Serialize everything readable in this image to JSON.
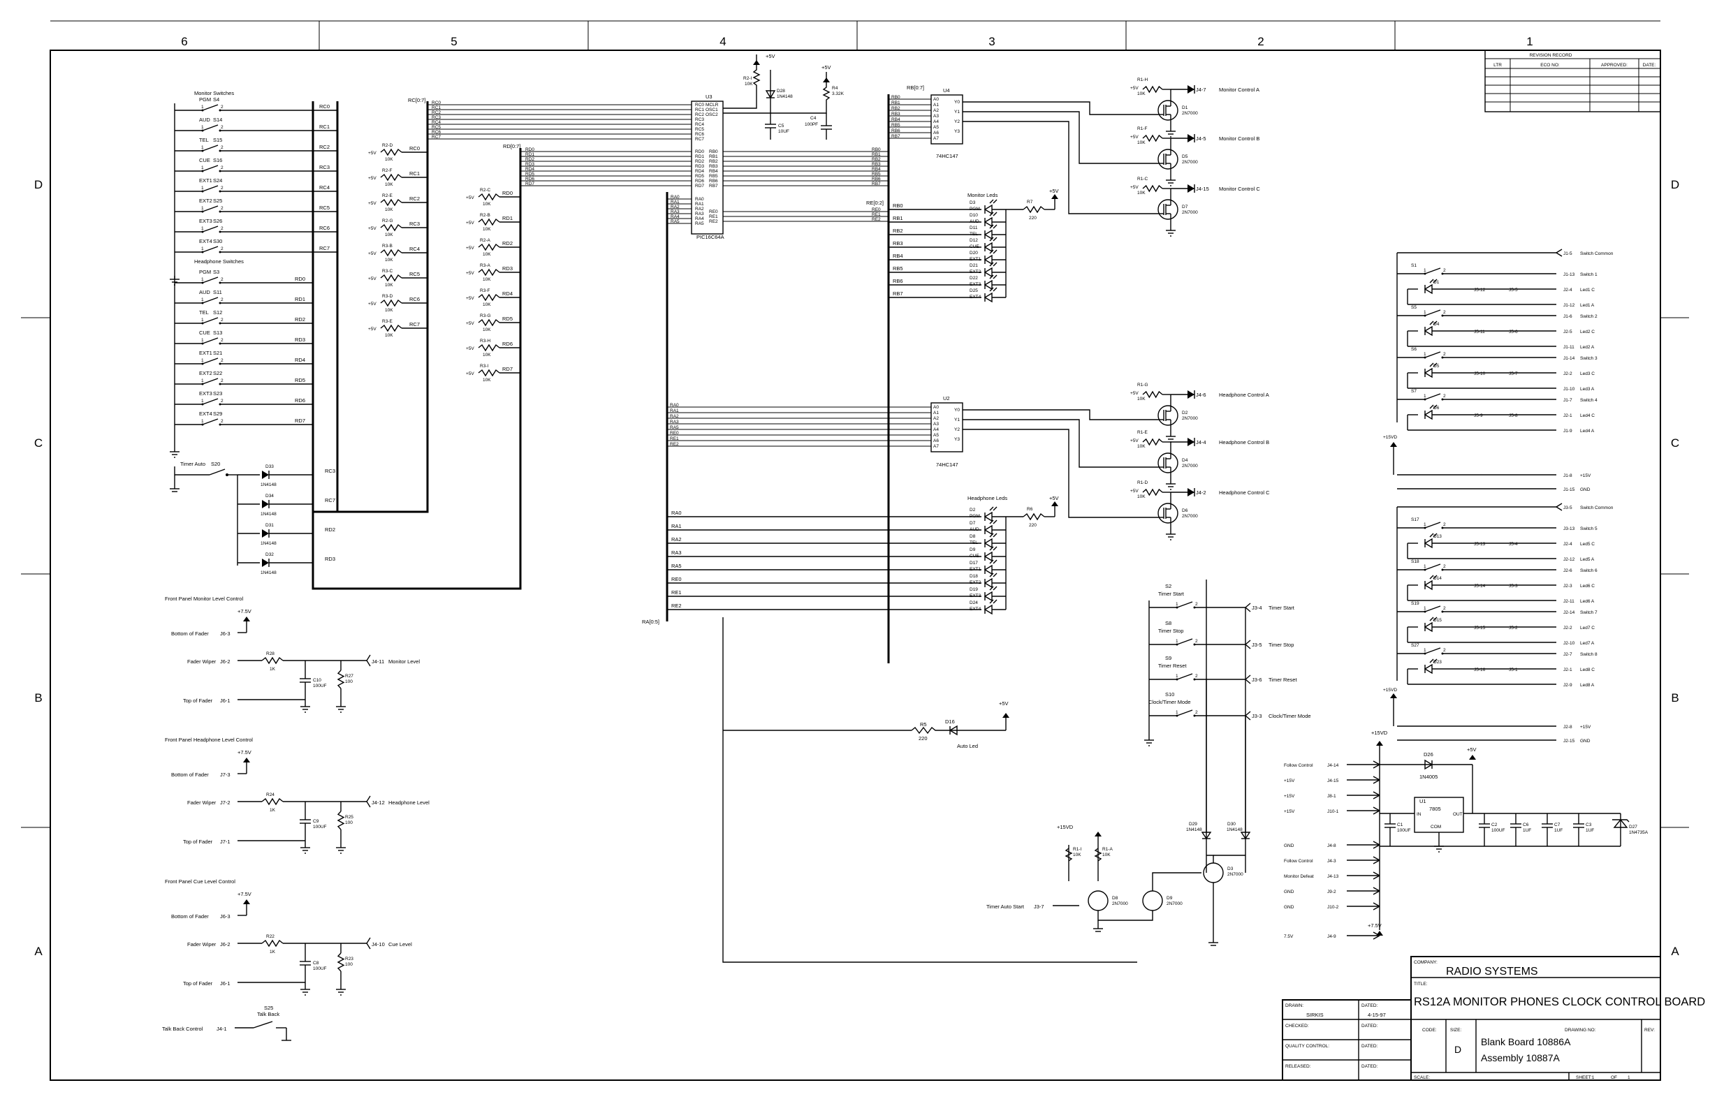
{
  "zones": {
    "columns": [
      "6",
      "5",
      "4",
      "3",
      "2",
      "1"
    ],
    "rows": [
      "D",
      "C",
      "B",
      "A"
    ]
  },
  "revision_record": {
    "title": "REVISION RECORD",
    "headers": [
      "LTR",
      "ECO NO:",
      "APPROVED:",
      "DATE:"
    ]
  },
  "switch_groups": {
    "monitor_title": "Monitor Switches",
    "headphone_title": "Headphone Switches",
    "monitor": [
      {
        "name": "PGM",
        "ref": "S4",
        "net": "RC0"
      },
      {
        "name": "AUD",
        "ref": "S14",
        "net": "RC1"
      },
      {
        "name": "TEL",
        "ref": "S15",
        "net": "RC2"
      },
      {
        "name": "CUE",
        "ref": "S16",
        "net": "RC3"
      },
      {
        "name": "EXT1",
        "ref": "S24",
        "net": "RC4"
      },
      {
        "name": "EXT2",
        "ref": "S25",
        "net": "RC5"
      },
      {
        "name": "EXT3",
        "ref": "S26",
        "net": "RC6"
      },
      {
        "name": "EXT4",
        "ref": "S30",
        "net": "RC7"
      }
    ],
    "headphone": [
      {
        "name": "PGM",
        "ref": "S3",
        "net": "RD0"
      },
      {
        "name": "AUD",
        "ref": "S11",
        "net": "RD1"
      },
      {
        "name": "TEL",
        "ref": "S12",
        "net": "RD2"
      },
      {
        "name": "CUE",
        "ref": "S13",
        "net": "RD3"
      },
      {
        "name": "EXT1",
        "ref": "S21",
        "net": "RD4"
      },
      {
        "name": "EXT2",
        "ref": "S22",
        "net": "RD5"
      },
      {
        "name": "EXT3",
        "ref": "S23",
        "net": "RD6"
      },
      {
        "name": "EXT4",
        "ref": "S29",
        "net": "RD7"
      }
    ]
  },
  "timer_auto": {
    "label": "Timer Auto",
    "ref": "S20",
    "net1": "RC3",
    "net2": "RC7",
    "net3": "RD2",
    "net4": "RD3"
  },
  "diodes_left": [
    {
      "ref": "D33",
      "part": "1N4148"
    },
    {
      "ref": "D34",
      "part": "1N4148"
    },
    {
      "ref": "D31",
      "part": "1N4148"
    },
    {
      "ref": "D32",
      "part": "1N4148"
    }
  ],
  "pullups_c": [
    {
      "ref": "R2-D",
      "val": "10K",
      "net": "RC0"
    },
    {
      "ref": "R2-F",
      "val": "10K",
      "net": "RC1"
    },
    {
      "ref": "R2-E",
      "val": "10K",
      "net": "RC2"
    },
    {
      "ref": "R2-G",
      "val": "10K",
      "net": "RC3"
    },
    {
      "ref": "R3-B",
      "val": "10K",
      "net": "RC4"
    },
    {
      "ref": "R3-C",
      "val": "10K",
      "net": "RC5"
    },
    {
      "ref": "R3-D",
      "val": "10K",
      "net": "RC6"
    },
    {
      "ref": "R3-E",
      "val": "10K",
      "net": "RC7"
    }
  ],
  "pullups_d": [
    {
      "ref": "R2-C",
      "val": "10K",
      "net": "RD0"
    },
    {
      "ref": "R2-B",
      "val": "10K",
      "net": "RD1"
    },
    {
      "ref": "R2-A",
      "val": "10K",
      "net": "RD2"
    },
    {
      "ref": "R3-A",
      "val": "10K",
      "net": "RD3"
    },
    {
      "ref": "R3-F",
      "val": "10K",
      "net": "RD4"
    },
    {
      "ref": "R3-G",
      "val": "10K",
      "net": "RD5"
    },
    {
      "ref": "R3-H",
      "val": "10K",
      "net": "RD6"
    },
    {
      "ref": "R3-I",
      "val": "10K",
      "net": "RD7"
    }
  ],
  "supply": "+5V",
  "rc_bus": "RC[0:7]",
  "rd_bus": "RD[0:7]",
  "rb_bus": "RB[0:7]",
  "re_bus": "RE[0:2]",
  "ra_bus": "RA[0:5]",
  "u3": {
    "ref": "U3",
    "part": "PIC16C64A",
    "pins_left": [
      "RC0",
      "RC1",
      "RC2",
      "RC3",
      "RC4",
      "RC5",
      "RC6",
      "RC7"
    ],
    "pins_rd": [
      "RD0",
      "RD1",
      "RD2",
      "RD3",
      "RD4",
      "RD5",
      "RD6",
      "RD7"
    ],
    "pins_ra": [
      "RA0",
      "RA1",
      "RA2",
      "RA3",
      "RA4",
      "RA5"
    ],
    "pins_misc": [
      "MCLR",
      "OSC1",
      "OSC2"
    ],
    "pins_rb": [
      "RB0",
      "RB1",
      "RB2",
      "RB3",
      "RB4",
      "RB5",
      "RB6",
      "RB7"
    ],
    "pins_re": [
      "RE0",
      "RE1",
      "RE2"
    ]
  },
  "reset_parts": [
    {
      "ref": "R2-I",
      "val": "10K"
    },
    {
      "ref": "D28",
      "val": "1N4148"
    },
    {
      "ref": "C5",
      "val": "10UF"
    },
    {
      "ref": "R4",
      "val": "3.32K"
    },
    {
      "ref": "C4",
      "val": "100PF"
    }
  ],
  "u4": {
    "ref": "U4",
    "part": "74HC147",
    "in": [
      "A0",
      "A1",
      "A2",
      "A3",
      "A4",
      "A5",
      "A6",
      "A7"
    ],
    "out": [
      "Y0",
      "Y1",
      "Y2",
      "Y3"
    ]
  },
  "u2": {
    "ref": "U2",
    "part": "74HC147",
    "in": [
      "A0",
      "A1",
      "A2",
      "A3",
      "A4",
      "A5",
      "A6",
      "A7"
    ],
    "out": [
      "Y0",
      "Y1",
      "Y2",
      "Y3"
    ]
  },
  "monitor_leds": {
    "title": "Monitor Leds",
    "items": [
      {
        "ref": "D3",
        "name": "PGM",
        "net": "RB0"
      },
      {
        "ref": "D10",
        "name": "AUD",
        "net": "RB1"
      },
      {
        "ref": "D11",
        "name": "TEL",
        "net": "RB2"
      },
      {
        "ref": "D12",
        "name": "CUE",
        "net": "RB3"
      },
      {
        "ref": "D20",
        "name": "EXT1",
        "net": "RB4"
      },
      {
        "ref": "D21",
        "name": "EXT2",
        "net": "RB5"
      },
      {
        "ref": "D22",
        "name": "EXT3",
        "net": "RB6"
      },
      {
        "ref": "D25",
        "name": "EXT4",
        "net": "RB7"
      }
    ],
    "res": {
      "ref": "R7",
      "val": "220"
    }
  },
  "headphone_leds": {
    "title": "Headphone Leds",
    "items": [
      {
        "ref": "D2",
        "name": "PGM",
        "net": "RA0"
      },
      {
        "ref": "D7",
        "name": "AUD",
        "net": "RA1"
      },
      {
        "ref": "D8",
        "name": "TEL",
        "net": "RA2"
      },
      {
        "ref": "D9",
        "name": "CUE",
        "net": "RA3"
      },
      {
        "ref": "D17",
        "name": "EXT1",
        "net": "RA5"
      },
      {
        "ref": "D18",
        "name": "EXT2",
        "net": "RE0"
      },
      {
        "ref": "D19",
        "name": "EXT3",
        "net": "RE1"
      },
      {
        "ref": "D24",
        "name": "EXT4",
        "net": "RE2"
      }
    ],
    "res": {
      "ref": "R6",
      "val": "220"
    }
  },
  "auto_led": {
    "ref": "D16",
    "name": "Auto Led",
    "res": "R5",
    "val": "220",
    "net": "RA4"
  },
  "mosfets_monitor": [
    {
      "ref": "D1",
      "part": "2N7000",
      "res": "R1-H",
      "val": "10K",
      "conn": "J4-7",
      "label": "Monitor Control A"
    },
    {
      "ref": "D5",
      "part": "2N7000",
      "res": "R1-F",
      "val": "10K",
      "conn": "J4-5",
      "label": "Monitor Control B"
    },
    {
      "ref": "D7",
      "part": "2N7000",
      "res": "R1-C",
      "val": "10K",
      "conn": "J4-15",
      "label": "Monitor Control C"
    }
  ],
  "mosfets_headphone": [
    {
      "ref": "D2",
      "part": "2N7000",
      "res": "R1-G",
      "val": "10K",
      "conn": "J4-6",
      "label": "Headphone Control A"
    },
    {
      "ref": "D4",
      "part": "2N7000",
      "res": "R1-E",
      "val": "10K",
      "conn": "J4-4",
      "label": "Headphone Control B"
    },
    {
      "ref": "D6",
      "part": "2N7000",
      "res": "R1-D",
      "val": "10K",
      "conn": "J4-2",
      "label": "Headphone Control C"
    }
  ],
  "front_panel": [
    {
      "title": "Front Panel Monitor Level Control",
      "bottom": "J6-3",
      "wiper": "J6-2",
      "top": "J6-1",
      "res": "R28",
      "rval": "1K",
      "cap": "C10",
      "cval": "100UF",
      "r2": "R27",
      "r2val": "100",
      "out": "J4-11",
      "outlabel": "Monitor Level"
    },
    {
      "title": "Front Panel Headphone Level Control",
      "bottom": "J7-3",
      "wiper": "J7-2",
      "top": "J7-1",
      "res": "R24",
      "rval": "1K",
      "cap": "C9",
      "cval": "100UF",
      "r2": "R25",
      "r2val": "100",
      "out": "J4-12",
      "outlabel": "Headphone Level"
    },
    {
      "title": "Front Panel Cue Level Control",
      "bottom": "J6-3",
      "wiper": "J6-2",
      "top": "J6-1",
      "res": "R22",
      "rval": "1K",
      "cap": "C8",
      "cval": "100UF",
      "r2": "R23",
      "r2val": "100",
      "out": "J4-10",
      "outlabel": "Cue Level"
    }
  ],
  "fader_labels": {
    "bottom": "Bottom of Fader",
    "wiper": "Fader Wiper",
    "top": "Top of Fader",
    "supply": "+7.5V"
  },
  "talkback": {
    "ref": "S25",
    "label": "Talk Back",
    "conn": "J4-1",
    "ctl": "Talk Back Control"
  },
  "timer_switches": [
    {
      "ref": "S2",
      "label": "Timer Start",
      "conn": "J3-4",
      "out": "Timer Start"
    },
    {
      "ref": "S8",
      "label": "Timer Stop",
      "conn": "J3-5",
      "out": "Timer Stop"
    },
    {
      "ref": "S9",
      "label": "Timer Reset",
      "conn": "J3-6",
      "out": "Timer Reset"
    },
    {
      "ref": "S10",
      "label": "Clock/Timer Mode",
      "conn": "J3-3",
      "out": "Clock/Timer Mode"
    }
  ],
  "timer_auto_start": {
    "label": "Timer Auto Start",
    "conn": "J3-7",
    "d29": "D29",
    "d30": "D30",
    "dpart": "1N4148",
    "q8": "D8",
    "q9": "D9",
    "q3": "D3",
    "qpart": "2N7000",
    "r1": "R1-I",
    "r2": "R1-A",
    "rv": "10K",
    "v": "+15VD"
  },
  "right_switches": {
    "common1": {
      "conn": "J1-5",
      "label": "Switch Common"
    },
    "common2": {
      "conn": "J3-5",
      "label": "Switch Common"
    },
    "items": [
      {
        "sw": "S1",
        "led": "D1",
        "j5": "J5-12",
        "j5b": "J5-5",
        "conn_sw": "J1-13",
        "lsw": "Switch 1",
        "conn_c": "J2-4",
        "lc": "Led1 C",
        "conn_a": "J1-12",
        "la": "Led1 A"
      },
      {
        "sw": "S5",
        "led": "D4",
        "j5": "J5-11",
        "j5b": "J5-6",
        "conn_sw": "J1-6",
        "lsw": "Switch 2",
        "conn_c": "J2-5",
        "lc": "Led2 C",
        "conn_a": "J1-11",
        "la": "Led2 A"
      },
      {
        "sw": "S6",
        "led": "D5",
        "j5": "J5-10",
        "j5b": "J5-7",
        "conn_sw": "J1-14",
        "lsw": "Switch 3",
        "conn_c": "J2-2",
        "lc": "Led3 C",
        "conn_a": "J1-10",
        "la": "Led3 A"
      },
      {
        "sw": "S7",
        "led": "D6",
        "j5": "J5-9",
        "j5b": "J5-8",
        "conn_sw": "J1-7",
        "lsw": "Switch 4",
        "conn_c": "J2-1",
        "lc": "Led4 C",
        "conn_a": "J1-9",
        "la": "Led4 A"
      },
      {
        "sw": "S17",
        "led": "D13",
        "j5": "J5-13",
        "j5b": "J5-4",
        "conn_sw": "J3-13",
        "lsw": "Switch 5",
        "conn_c": "J2-4",
        "lc": "Led5 C",
        "conn_a": "J2-12",
        "la": "Led5 A"
      },
      {
        "sw": "S18",
        "led": "D14",
        "j5": "J5-14",
        "j5b": "J5-3",
        "conn_sw": "J2-6",
        "lsw": "Switch 6",
        "conn_c": "J2-3",
        "lc": "Led6 C",
        "conn_a": "J2-11",
        "la": "Led6 A"
      },
      {
        "sw": "S19",
        "led": "D15",
        "j5": "J5-15",
        "j5b": "J5-2",
        "conn_sw": "J2-14",
        "lsw": "Switch 7",
        "conn_c": "J2-2",
        "lc": "Led7 C",
        "conn_a": "J2-10",
        "la": "Led7 A"
      },
      {
        "sw": "S27",
        "led": "D23",
        "j5": "J5-16",
        "j5b": "J5-1",
        "conn_sw": "J2-7",
        "lsw": "Switch 8",
        "conn_c": "J2-1",
        "lc": "Led8 C",
        "conn_a": "J2-9",
        "la": "Led8 A"
      }
    ],
    "p15_1": {
      "conn": "J1-8",
      "label": "+15V"
    },
    "gnd_1": {
      "conn": "J1-15",
      "label": "GND"
    },
    "p15_2": {
      "conn": "J2-8",
      "label": "+15V"
    },
    "gnd_2": {
      "conn": "J2-15",
      "label": "GND"
    },
    "supply": "+15VD"
  },
  "power": {
    "in": [
      {
        "label": "Follow Control",
        "conn": "J4-14"
      },
      {
        "label": "+15V",
        "conn": "J4-15"
      },
      {
        "label": "+15V",
        "conn": "J8-1"
      },
      {
        "label": "+15V",
        "conn": "J10-1"
      },
      {
        "label": "GND",
        "conn": "J4-8"
      },
      {
        "label": "Follow Control",
        "conn": "J4-3"
      },
      {
        "label": "Monitor Defeat",
        "conn": "J4-13"
      },
      {
        "label": "GND",
        "conn": "J9-2"
      },
      {
        "label": "GND",
        "conn": "J10-2"
      },
      {
        "label": "7.5V",
        "conn": "J4-9"
      }
    ],
    "d26": {
      "ref": "D26",
      "part": "1N4005"
    },
    "u1": {
      "ref": "U1",
      "part": "7805",
      "in": "IN",
      "out": "OUT",
      "com": "COM"
    },
    "caps": [
      {
        "ref": "C1",
        "val": "100UF"
      },
      {
        "ref": "C2",
        "val": "100UF"
      },
      {
        "ref": "C6",
        "val": "1UF"
      },
      {
        "ref": "C7",
        "val": "1UF"
      },
      {
        "ref": "C3",
        "val": "1UF"
      }
    ],
    "d27": {
      "ref": "D27",
      "part": "1N4735A"
    },
    "rails": [
      "+15VD",
      "+5V",
      "+7.5V"
    ]
  },
  "title_block": {
    "company_lbl": "COMPANY:",
    "company": "RADIO SYSTEMS",
    "title_lbl": "TITLE:",
    "title": "RS12A MONITOR PHONES CLOCK CONTROL BOARD",
    "drawn_lbl": "DRAWN:",
    "drawn": "SIRKIS",
    "dated_lbl": "DATED:",
    "drawn_date": "4-15-97",
    "checked_lbl": "CHECKED:",
    "quality_lbl": "QUALITY CONTROL:",
    "released_lbl": "RELEASED:",
    "code_lbl": "CODE:",
    "size_lbl": "SIZE:",
    "size": "D",
    "drawing_no_lbl": "DRAWING NO:",
    "drawing_1": "Blank Board 10886A",
    "drawing_2": "Assembly 10887A",
    "rev_lbl": "REV:",
    "scale_lbl": "SCALE:",
    "sheet_lbl": "SHEET:1",
    "of_lbl": "OF",
    "of": "1"
  }
}
